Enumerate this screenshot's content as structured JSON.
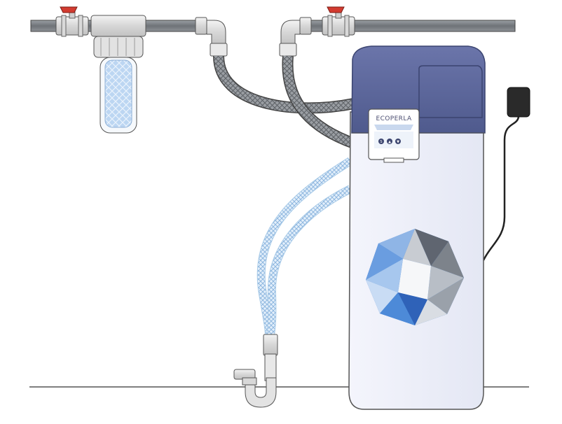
{
  "diagram": {
    "brand_name": "ECOPERLA",
    "panel_buttons": [
      {
        "name": "set-button",
        "glyph": "S"
      },
      {
        "name": "up-button",
        "glyph": "▲"
      },
      {
        "name": "down-button",
        "glyph": "▼"
      }
    ],
    "icons": [
      "ball-valve-icon",
      "sediment-filter-icon",
      "power-adapter-icon",
      "gem-logo-icon",
      "drain-trap-icon"
    ],
    "colors": {
      "pipe": "#7b7f84",
      "valve_handle": "#d23b30",
      "softener_lid": "#5b6599",
      "softener_body": "#eef0fa",
      "drain_hose": "#a9cbe8",
      "gem_blue": "#3f7fd1",
      "gem_grey": "#8a8f96"
    }
  }
}
